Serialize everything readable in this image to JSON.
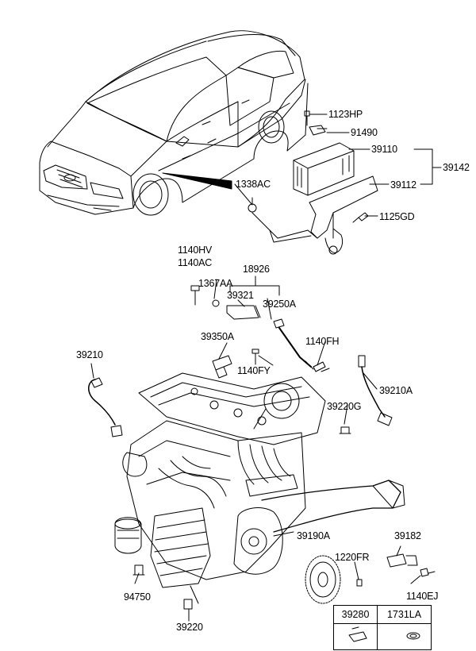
{
  "diagram": {
    "labels": {
      "p1123HP": "1123HP",
      "p91490": "91490",
      "p39110": "39110",
      "p39142": "39142",
      "p39112": "39112",
      "p1338AC": "1338AC",
      "p1125GD": "1125GD",
      "p1140HV": "1140HV",
      "p1140AC": "1140AC",
      "p18926": "18926",
      "p1367AA": "1367AA",
      "p39321": "39321",
      "p39250A": "39250A",
      "p39350A": "39350A",
      "p1140FH": "1140FH",
      "p1140FY": "1140FY",
      "p39210": "39210",
      "p39210A": "39210A",
      "p39220G": "39220G",
      "p39190A": "39190A",
      "p39182": "39182",
      "p1220FR": "1220FR",
      "p1140EJ": "1140EJ",
      "p94750": "94750",
      "p39220": "39220"
    },
    "table": {
      "col1": "39280",
      "col2": "1731LA"
    }
  }
}
